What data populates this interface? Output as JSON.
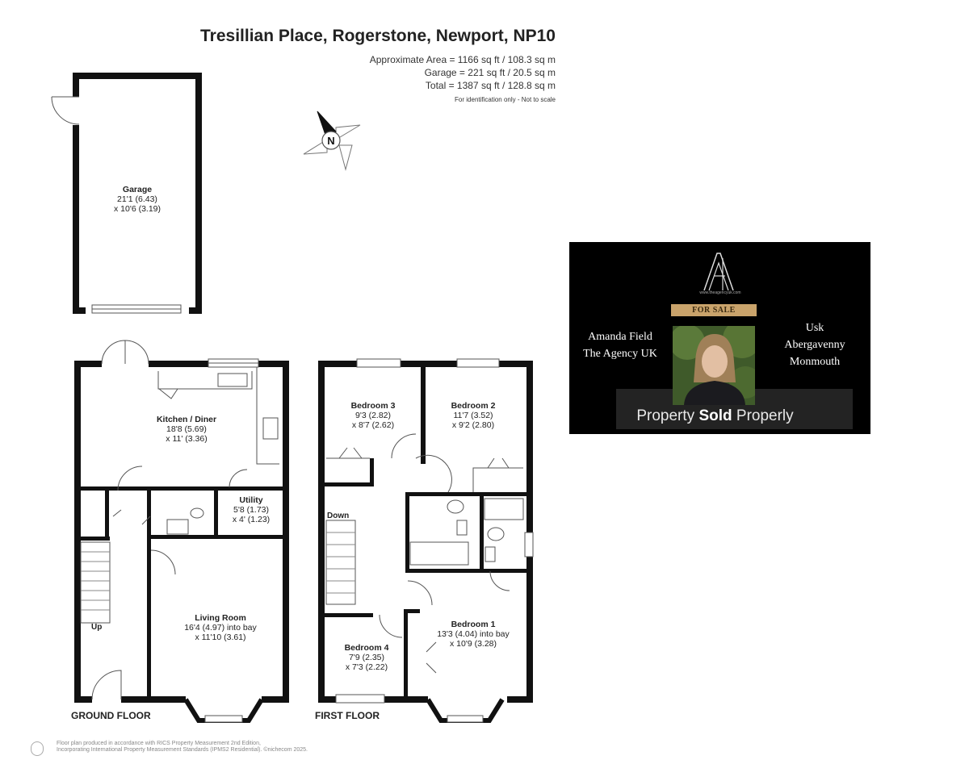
{
  "header": {
    "title": "Tresillian Place, Rogerstone, Newport, NP10",
    "approx_area": "Approximate Area = 1166 sq ft / 108.3 sq m",
    "garage_area": "Garage = 221 sq ft / 20.5 sq m",
    "total_area": "Total = 1387 sq ft / 128.8 sq m",
    "disclaimer": "For identification only - Not to scale"
  },
  "compass": {
    "letter": "N"
  },
  "rooms": {
    "garage": {
      "name": "Garage",
      "dim1": "21'1 (6.43)",
      "dim2": "x 10'6 (3.19)"
    },
    "kitchen": {
      "name": "Kitchen / Diner",
      "dim1": "18'8 (5.69)",
      "dim2": "x 11' (3.36)"
    },
    "utility": {
      "name": "Utility",
      "dim1": "5'8 (1.73)",
      "dim2": "x 4' (1.23)"
    },
    "living": {
      "name": "Living Room",
      "dim1": "16'4 (4.97) into bay",
      "dim2": "x 11'10 (3.61)"
    },
    "bed3": {
      "name": "Bedroom 3",
      "dim1": "9'3 (2.82)",
      "dim2": "x 8'7 (2.62)"
    },
    "bed2": {
      "name": "Bedroom 2",
      "dim1": "11'7 (3.52)",
      "dim2": "x 9'2 (2.80)"
    },
    "bed1": {
      "name": "Bedroom 1",
      "dim1": "13'3 (4.04) into bay",
      "dim2": "x 10'9 (3.28)"
    },
    "bed4": {
      "name": "Bedroom 4",
      "dim1": "7'9 (2.35)",
      "dim2": "x 7'3 (2.22)"
    }
  },
  "labels": {
    "up": "Up",
    "down": "Down"
  },
  "floors": {
    "ground": "GROUND FLOOR",
    "first": "FIRST FLOOR"
  },
  "footer": {
    "line1": "Floor plan produced in accordance with RICS Property Measurement 2nd Edition,",
    "line2": "Incorporating International Property Measurement Standards (IPMS2 Residential). ©nichecom 2025."
  },
  "agency": {
    "url": "www.theagencyuk.com",
    "badge": "FOR SALE",
    "agent_name": "Amanda Field",
    "agency_name": "The Agency UK",
    "towns": [
      "Usk",
      "Abergavenny",
      "Monmouth"
    ],
    "tagline_pre": "Property",
    "tagline_bold": "Sold",
    "tagline_post": "Properly",
    "colors": {
      "background": "#000000",
      "badge": "#c9a36b",
      "band": "#232323"
    }
  }
}
